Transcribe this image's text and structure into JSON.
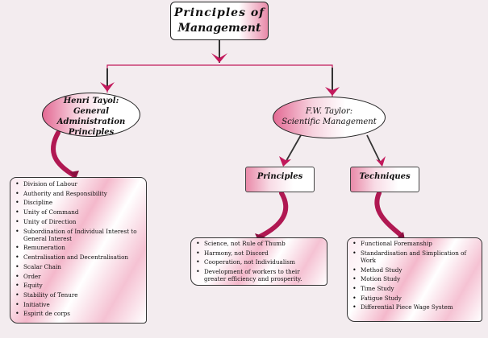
{
  "root": {
    "line1": "Principles of",
    "line2": "Management"
  },
  "left_branch": {
    "line1": "Henri Tayol:",
    "line2": "General Administration",
    "line3": "Principles",
    "items": [
      "Division of Labour",
      "Authority and Responsibility",
      "Discipline",
      "Unity of Command",
      "Unity of Direction",
      "Subordination of Individual Interest to General Interest",
      "Remuneration",
      "Centralisation and Decentralisation",
      "Scalar Chain",
      "Order",
      "Equity",
      "Stability of Tenure",
      "Initiative",
      "Espirit de corps"
    ]
  },
  "right_branch": {
    "line1": "F.W. Taylor:",
    "line2": "Scientific Management",
    "principles": {
      "title": "Principles",
      "items": [
        "Science, not Rule of Thumb",
        "Harmony, not Discord",
        "Cooperation, not Individualism",
        "Development of workers to their greater efficiency and prosperity."
      ]
    },
    "techniques": {
      "title": "Techniques",
      "items": [
        "Functional Foremanship",
        "Standardisation and Simplication of Work",
        "Method Study",
        "Motion Study",
        "Time Study",
        "Fatigue Study",
        "Differential Piece Wage System"
      ]
    }
  },
  "colors": {
    "accent": "#d6336c",
    "line": "#c2185b",
    "arrow": "#222222"
  }
}
